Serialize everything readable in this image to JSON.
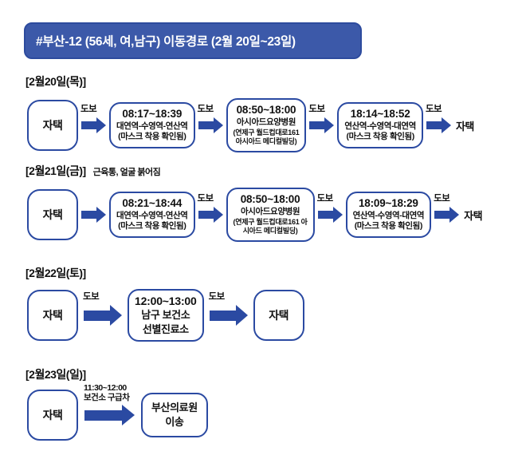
{
  "header": {
    "title": "#부산-12 (56세, 여,남구) 이동경로 (2월 20일~23일)"
  },
  "colors": {
    "header_bg": "#3c59a9",
    "accent_blue": "#2b4aa2",
    "text": "#111111",
    "background": "#ffffff"
  },
  "days": [
    {
      "date_label": "[2월20일(목)]",
      "note": "",
      "steps": [
        {
          "type": "place",
          "style": "home",
          "lines": [
            "자택"
          ]
        },
        {
          "type": "arrow",
          "label_lines": [
            "도보"
          ]
        },
        {
          "type": "place",
          "lines": [
            "08:17~18:39",
            "대연역-수영역-연산역",
            "(마스크 착용 확인됨)"
          ]
        },
        {
          "type": "arrow",
          "label_lines": [
            "도보"
          ]
        },
        {
          "type": "place",
          "lines": [
            "08:50~18:00",
            "아시아드요양병원",
            "(연제구 월드컵대로161",
            "아시아드 메디컬빌딩)"
          ]
        },
        {
          "type": "arrow",
          "label_lines": [
            "도보"
          ]
        },
        {
          "type": "place",
          "lines": [
            "18:14~18:52",
            "연산역-수영역-대연역",
            "(마스크 착용 확인됨)"
          ]
        },
        {
          "type": "arrow",
          "label_lines": [
            "도보"
          ]
        },
        {
          "type": "endpoint",
          "lines": [
            "자택"
          ]
        }
      ]
    },
    {
      "date_label": "[2월21일(금)]",
      "note": "근육통, 얼굴 붉어짐",
      "steps": [
        {
          "type": "place",
          "style": "home",
          "lines": [
            "자택"
          ]
        },
        {
          "type": "arrow",
          "label_lines": []
        },
        {
          "type": "place",
          "lines": [
            "08:21~18:44",
            "대연역-수영역-연산역",
            "(마스크 착용 확인됨)"
          ]
        },
        {
          "type": "arrow",
          "label_lines": [
            "도보"
          ]
        },
        {
          "type": "place",
          "lines": [
            "08:50~18:00",
            "아시아드요양병원",
            "(연제구 월드컵대로161 아",
            "시아드 메디컬빌딩)"
          ]
        },
        {
          "type": "arrow",
          "label_lines": [
            "도보"
          ]
        },
        {
          "type": "place",
          "lines": [
            "18:09~18:29",
            "연산역-수영역-대연역",
            "(마스크 착용 확인됨)"
          ]
        },
        {
          "type": "arrow",
          "label_lines": [
            "도보"
          ]
        },
        {
          "type": "endpoint",
          "lines": [
            "자택"
          ]
        }
      ]
    },
    {
      "date_label": "[2월22일(토)]",
      "note": "",
      "steps": [
        {
          "type": "place",
          "style": "home",
          "lines": [
            "자택"
          ]
        },
        {
          "type": "arrow",
          "label_lines": [
            "도보"
          ]
        },
        {
          "type": "place",
          "lines": [
            "12:00~13:00",
            "남구 보건소",
            "선별진료소"
          ]
        },
        {
          "type": "arrow",
          "label_lines": [
            "도보"
          ]
        },
        {
          "type": "place",
          "style": "home",
          "lines": [
            "자택"
          ]
        }
      ]
    },
    {
      "date_label": "[2월23일(일)]",
      "note": "",
      "steps": [
        {
          "type": "place",
          "style": "home",
          "lines": [
            "자택"
          ]
        },
        {
          "type": "arrow",
          "label_lines": [
            "11:30~12:00",
            "보건소 구급차"
          ]
        },
        {
          "type": "place",
          "lines": [
            "부산의료원",
            "이송"
          ]
        }
      ]
    }
  ]
}
